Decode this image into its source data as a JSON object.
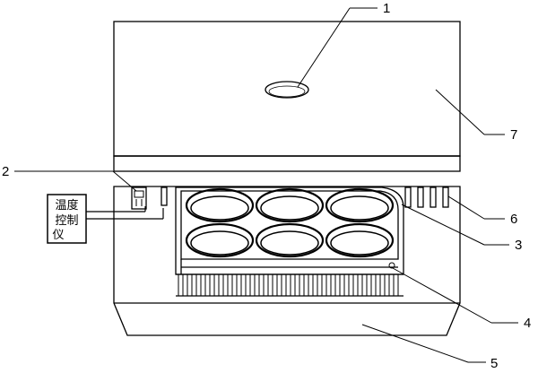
{
  "diagram": {
    "callouts": [
      {
        "id": "1",
        "label": "1"
      },
      {
        "id": "2",
        "label": "2"
      },
      {
        "id": "3",
        "label": "3"
      },
      {
        "id": "4",
        "label": "4"
      },
      {
        "id": "5",
        "label": "5"
      },
      {
        "id": "6",
        "label": "6"
      },
      {
        "id": "7",
        "label": "7"
      }
    ],
    "controller": {
      "lines": [
        "温度",
        "控制",
        "仪"
      ]
    }
  }
}
